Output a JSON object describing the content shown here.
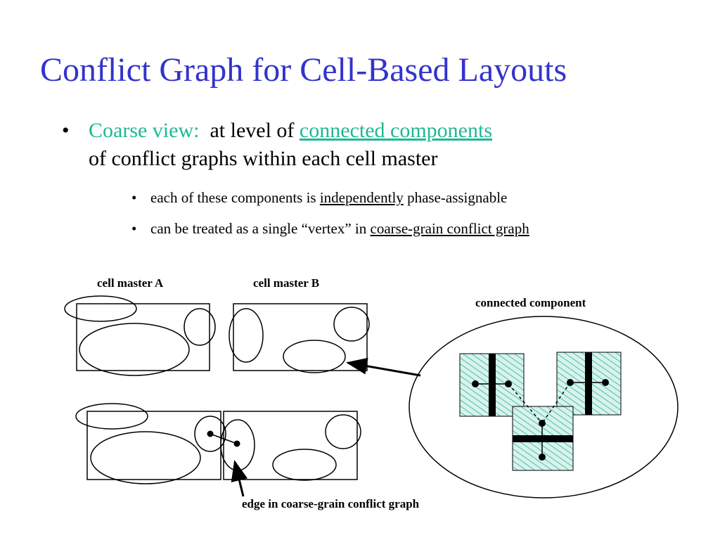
{
  "title": "Conflict Graph for Cell-Based Layouts",
  "bullet_main": {
    "lead": "Coarse view:",
    "text_a": "at level of",
    "link": "connected components",
    "text_b": "of conflict graphs within each cell master"
  },
  "sub_bullets": [
    {
      "before": "each of these components is",
      "underlined": "independently",
      "after": "phase-assignable"
    },
    {
      "before": "can be treated as a single “vertex” in",
      "underlined": "coarse-grain conflict graph",
      "after": ""
    }
  ],
  "bullet_glyph": "•",
  "figure": {
    "label_cell_a": "cell master A",
    "label_cell_b": "cell master B",
    "label_component": "connected component",
    "label_edge": "edge in coarse-grain conflict graph"
  },
  "colors": {
    "title": "#3333cc",
    "accent": "#1fb894",
    "hatch_fill": "#d7f3ec",
    "hatch_line": "#2eae96"
  }
}
